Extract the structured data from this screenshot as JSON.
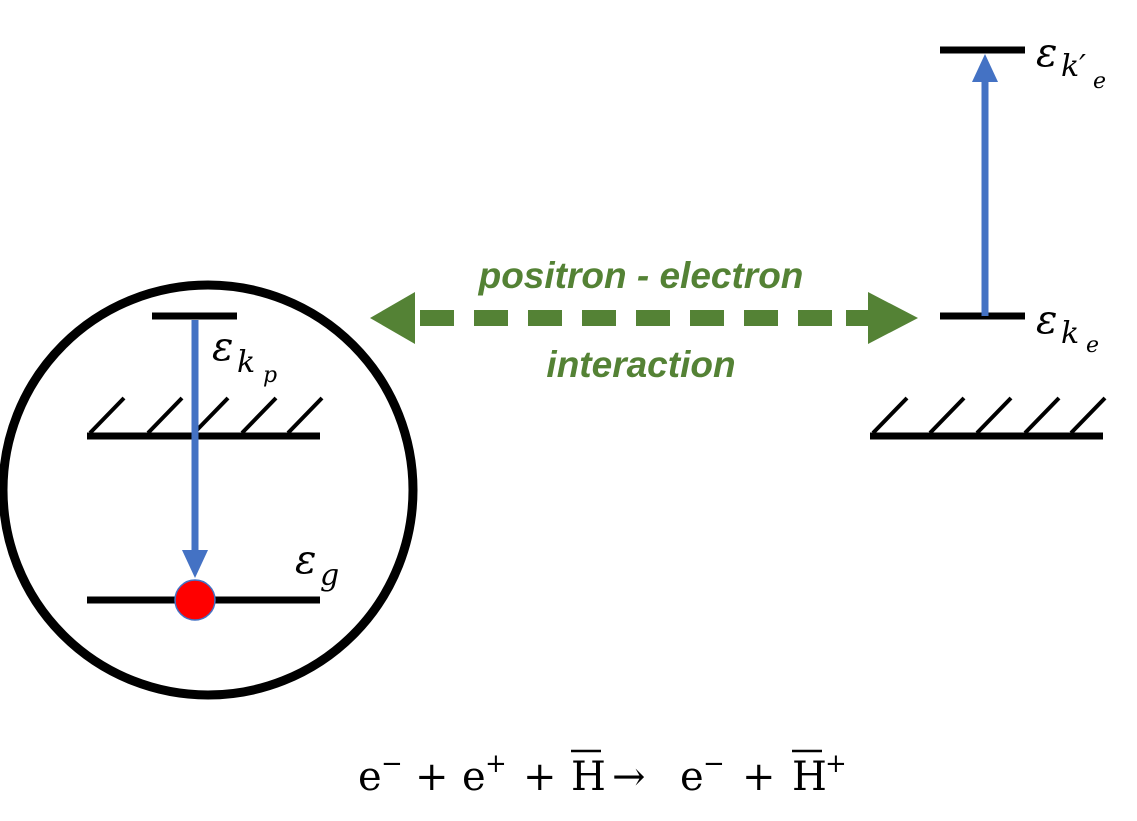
{
  "colors": {
    "line": "#000000",
    "transition_arrow": "#4472C4",
    "interaction": "#548235",
    "particle": "#FF0000"
  },
  "levels": {
    "positron_k_symbol": "ε",
    "positron_k_sub": "k",
    "positron_k_subsub": "p",
    "ground_symbol": "ε",
    "ground_sub": "g",
    "electron_k_symbol": "ε",
    "electron_k_sub": "k",
    "electron_k_subsub": "e",
    "electron_kprime_symbol": "ε",
    "electron_kprime_sub": "k′",
    "electron_kprime_subsub": "e"
  },
  "interaction": {
    "line1": "positron - electron",
    "line2": "interaction"
  },
  "equation": {
    "t1": "e",
    "t1_sup": "−",
    "plus1": "+",
    "t2": "e",
    "t2_sup": "+",
    "plus2": "+",
    "t3": "H",
    "arrow": "→",
    "t4": "e",
    "t4_sup": "−",
    "plus3": "+",
    "t5": "H",
    "t5_sup": "+"
  }
}
